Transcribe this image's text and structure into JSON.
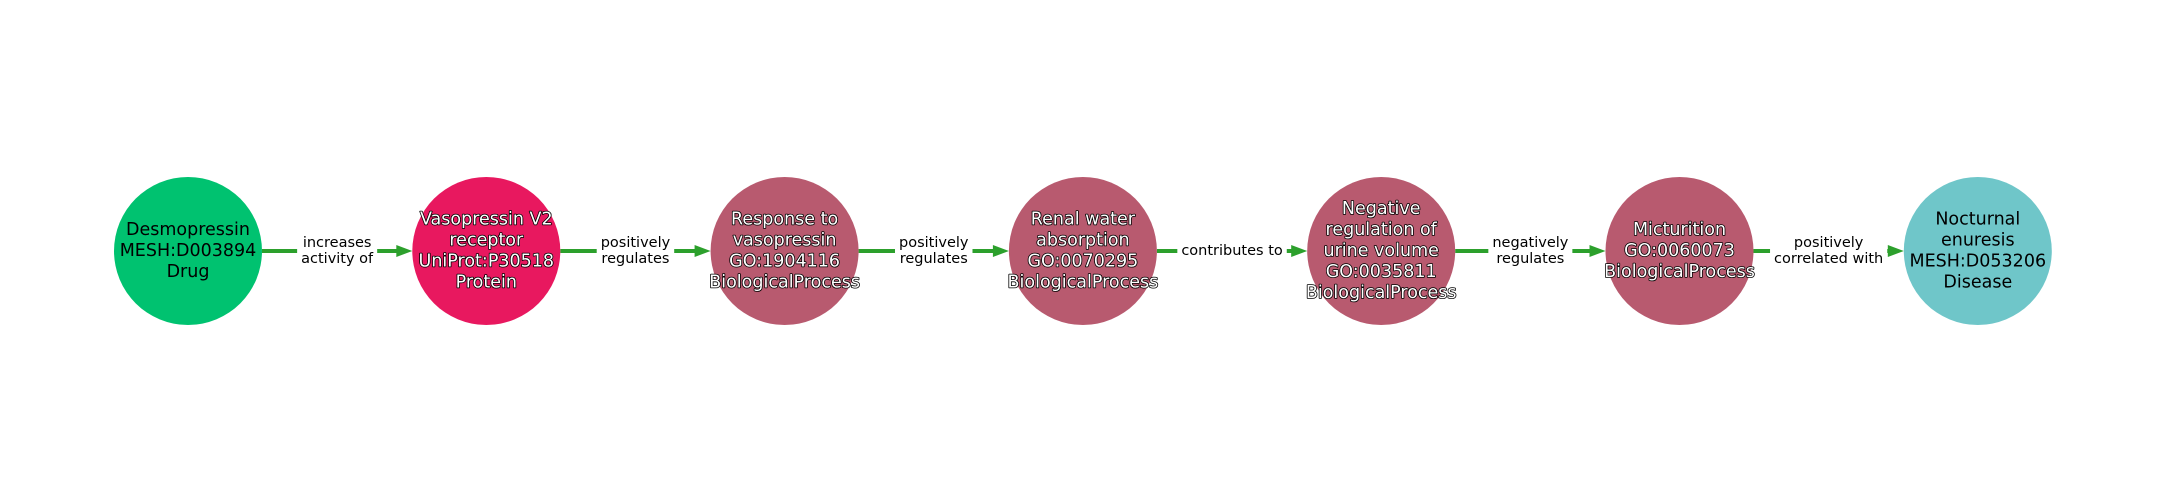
{
  "nodes": [
    {
      "lines": [
        "Desmopressin",
        "MESH:D003894",
        "Drug"
      ],
      "color": "#00c270",
      "text_style": "dark"
    },
    {
      "lines": [
        "Vasopressin V2",
        "receptor",
        "UniProt:P30518",
        "Protein"
      ],
      "color": "#e8185f",
      "text_style": "light"
    },
    {
      "lines": [
        "Response to",
        "vasopressin",
        "GO:1904116",
        "BiologicalProcess"
      ],
      "color": "#b85a6f",
      "text_style": "light"
    },
    {
      "lines": [
        "Renal water",
        "absorption",
        "GO:0070295",
        "BiologicalProcess"
      ],
      "color": "#b85a6f",
      "text_style": "light"
    },
    {
      "lines": [
        "Negative",
        "regulation of",
        "urine volume",
        "GO:0035811",
        "BiologicalProcess"
      ],
      "color": "#b85a6f",
      "text_style": "light"
    },
    {
      "lines": [
        "Micturition",
        "GO:0060073",
        "BiologicalProcess"
      ],
      "color": "#b85a6f",
      "text_style": "light"
    },
    {
      "lines": [
        "Nocturnal",
        "enuresis",
        "MESH:D053206",
        "Disease"
      ],
      "color": "#6fc6c9",
      "text_style": "dark"
    }
  ],
  "edges": [
    {
      "from": 0,
      "to": 1,
      "lines": [
        "increases",
        "activity of"
      ]
    },
    {
      "from": 1,
      "to": 2,
      "lines": [
        "positively",
        "regulates"
      ]
    },
    {
      "from": 2,
      "to": 3,
      "lines": [
        "positively",
        "regulates"
      ]
    },
    {
      "from": 3,
      "to": 4,
      "lines": [
        "contributes to"
      ]
    },
    {
      "from": 4,
      "to": 5,
      "lines": [
        "negatively",
        "regulates"
      ]
    },
    {
      "from": 5,
      "to": 6,
      "lines": [
        "positively",
        "correlated with"
      ]
    }
  ],
  "edge_color": "#2ca02c"
}
